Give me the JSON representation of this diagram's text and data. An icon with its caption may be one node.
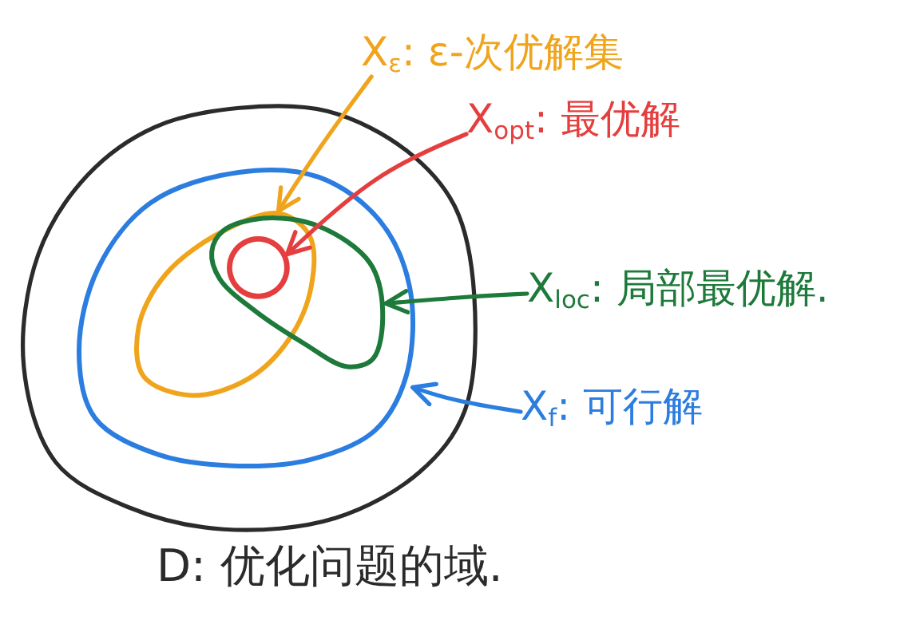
{
  "diagram": {
    "nodes": [
      {
        "text": [],
        "shape": "ellipse",
        "beside": [
          "D: 优化问题的域."
        ]
      },
      {
        "text": [],
        "shape": "ellipse",
        "in": 0
      },
      {
        "text": [],
        "shape": "ellipse",
        "in": 1
      },
      {
        "text": [],
        "shape": "ellipse",
        "in": 1
      },
      {
        "text": [],
        "shape": "circle"
      },
      {
        "text": [
          "X$_{ε}$: ε-次优解集"
        ]
      },
      {
        "text": [
          "X$_{opt}$: 最优解"
        ]
      },
      {
        "text": [
          "X$_{loc}$: 局部最优解."
        ]
      },
      {
        "text": [
          "X$_{f}$: 可行解"
        ]
      }
    ],
    "edges": [
      {
        "from": 5,
        "to": 2,
        "arrow": "to",
        "color": "#f0a41c"
      },
      {
        "from": 6,
        "to": 4,
        "arrow": "to",
        "color": "#e53e3e"
      },
      {
        "from": 7,
        "to": 3,
        "arrow": "to",
        "color": "#1d7a3a"
      },
      {
        "from": 8,
        "to": 1,
        "arrow": "to",
        "color": "#2b7de0"
      }
    ]
  }
}
